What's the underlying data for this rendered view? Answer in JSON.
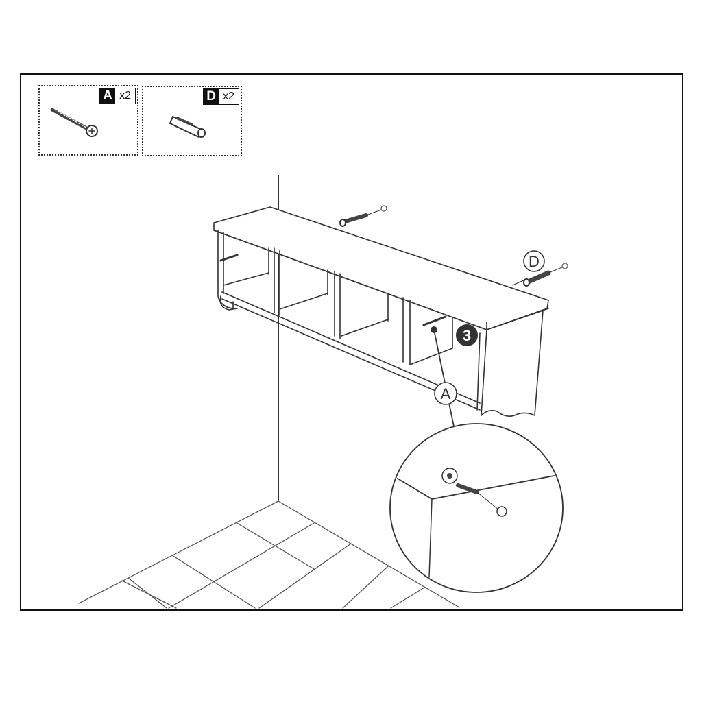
{
  "diagram": {
    "type": "assembly-instruction",
    "step": "3",
    "parts": [
      {
        "letter": "A",
        "quantity": "x2",
        "icon": "screw-icon",
        "description": "screw"
      },
      {
        "letter": "D",
        "quantity": "x2",
        "icon": "wall-anchor-icon",
        "description": "wall anchor"
      }
    ],
    "callouts": {
      "anchor_label": "D",
      "screw_label": "A",
      "step_number": "3"
    },
    "colors": {
      "line": "#333333",
      "frame": "#111111",
      "badge_bg": "#111111",
      "badge_text": "#ffffff",
      "background": "#ffffff"
    }
  }
}
